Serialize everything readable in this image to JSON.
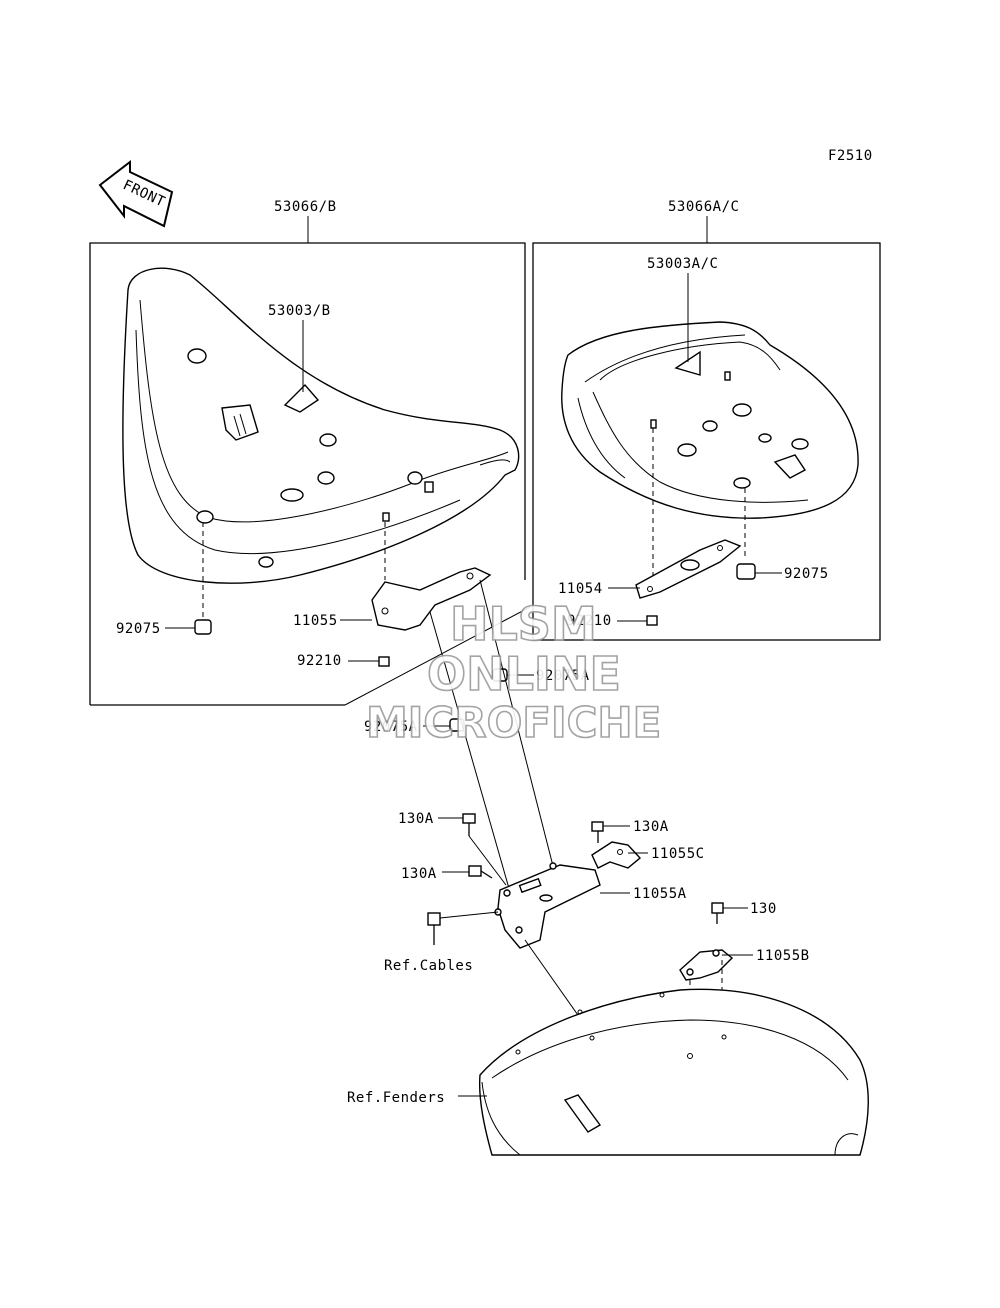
{
  "figure_code": "F2510",
  "front_arrow": "FRONT",
  "watermark": {
    "line1": "HLSM",
    "line2": "ONLINE",
    "line3": "MICROFICHE"
  },
  "labels": {
    "seat_front_assy": "53066/B",
    "seat_rear_assy": "53066A/C",
    "seat_front": "53003/B",
    "seat_rear": "53003A/C",
    "damper_front": "92075",
    "damper_rear": "92075",
    "bracket_front": "11055",
    "bracket_rear": "11054",
    "nut_front": "92210",
    "nut_rear": "92210",
    "damper_a_upper": "92075A",
    "damper_a_lower": "92075A",
    "bolt_1": "130A",
    "bolt_2": "130A",
    "bolt_3": "130A",
    "bolt_4": "130",
    "bracket_c": "11055C",
    "bracket_a": "11055A",
    "bracket_b": "11055B",
    "ref_cables": "Ref.Cables",
    "ref_fenders": "Ref.Fenders"
  }
}
